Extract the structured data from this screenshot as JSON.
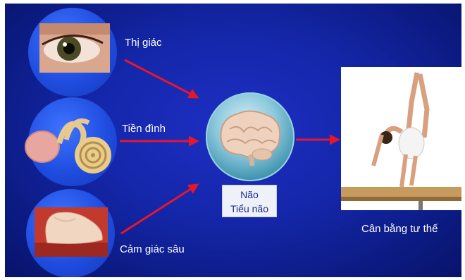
{
  "nodes": {
    "vision": "Thị giác",
    "vestibular": "Tiền đình",
    "proprioception": "Cảm giác sâu",
    "brain_line1": "Não",
    "brain_line2": "Tiểu não",
    "result": "Cân bằng tư thế"
  },
  "colors": {
    "background": "#1426a8",
    "arrow": "#e8162a",
    "circle": "#2a5cf0",
    "label_text": "#ffffff"
  },
  "icons": [
    "eye-image",
    "inner-ear-image",
    "foot-image",
    "brain-image",
    "gymnast-photo"
  ]
}
